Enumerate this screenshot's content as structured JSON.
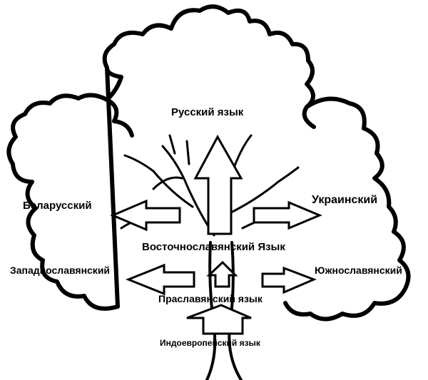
{
  "diagram": {
    "labels": {
      "russian": "Русский язык",
      "ukrainian": "Украинский",
      "belarusian": "Беларусский",
      "east_slavic": "Восточнославянский Язык",
      "west_slavic": "Западнославянский",
      "south_slavic": "Южнославянский",
      "proto_slavic": "Праславянский язык",
      "indo_european": "Индоевропейский язык"
    },
    "colors": {
      "ink": "#000000",
      "background": "#ffffff"
    },
    "icons": [
      "tree-outline",
      "arrow-up",
      "arrow-left",
      "arrow-right"
    ]
  }
}
